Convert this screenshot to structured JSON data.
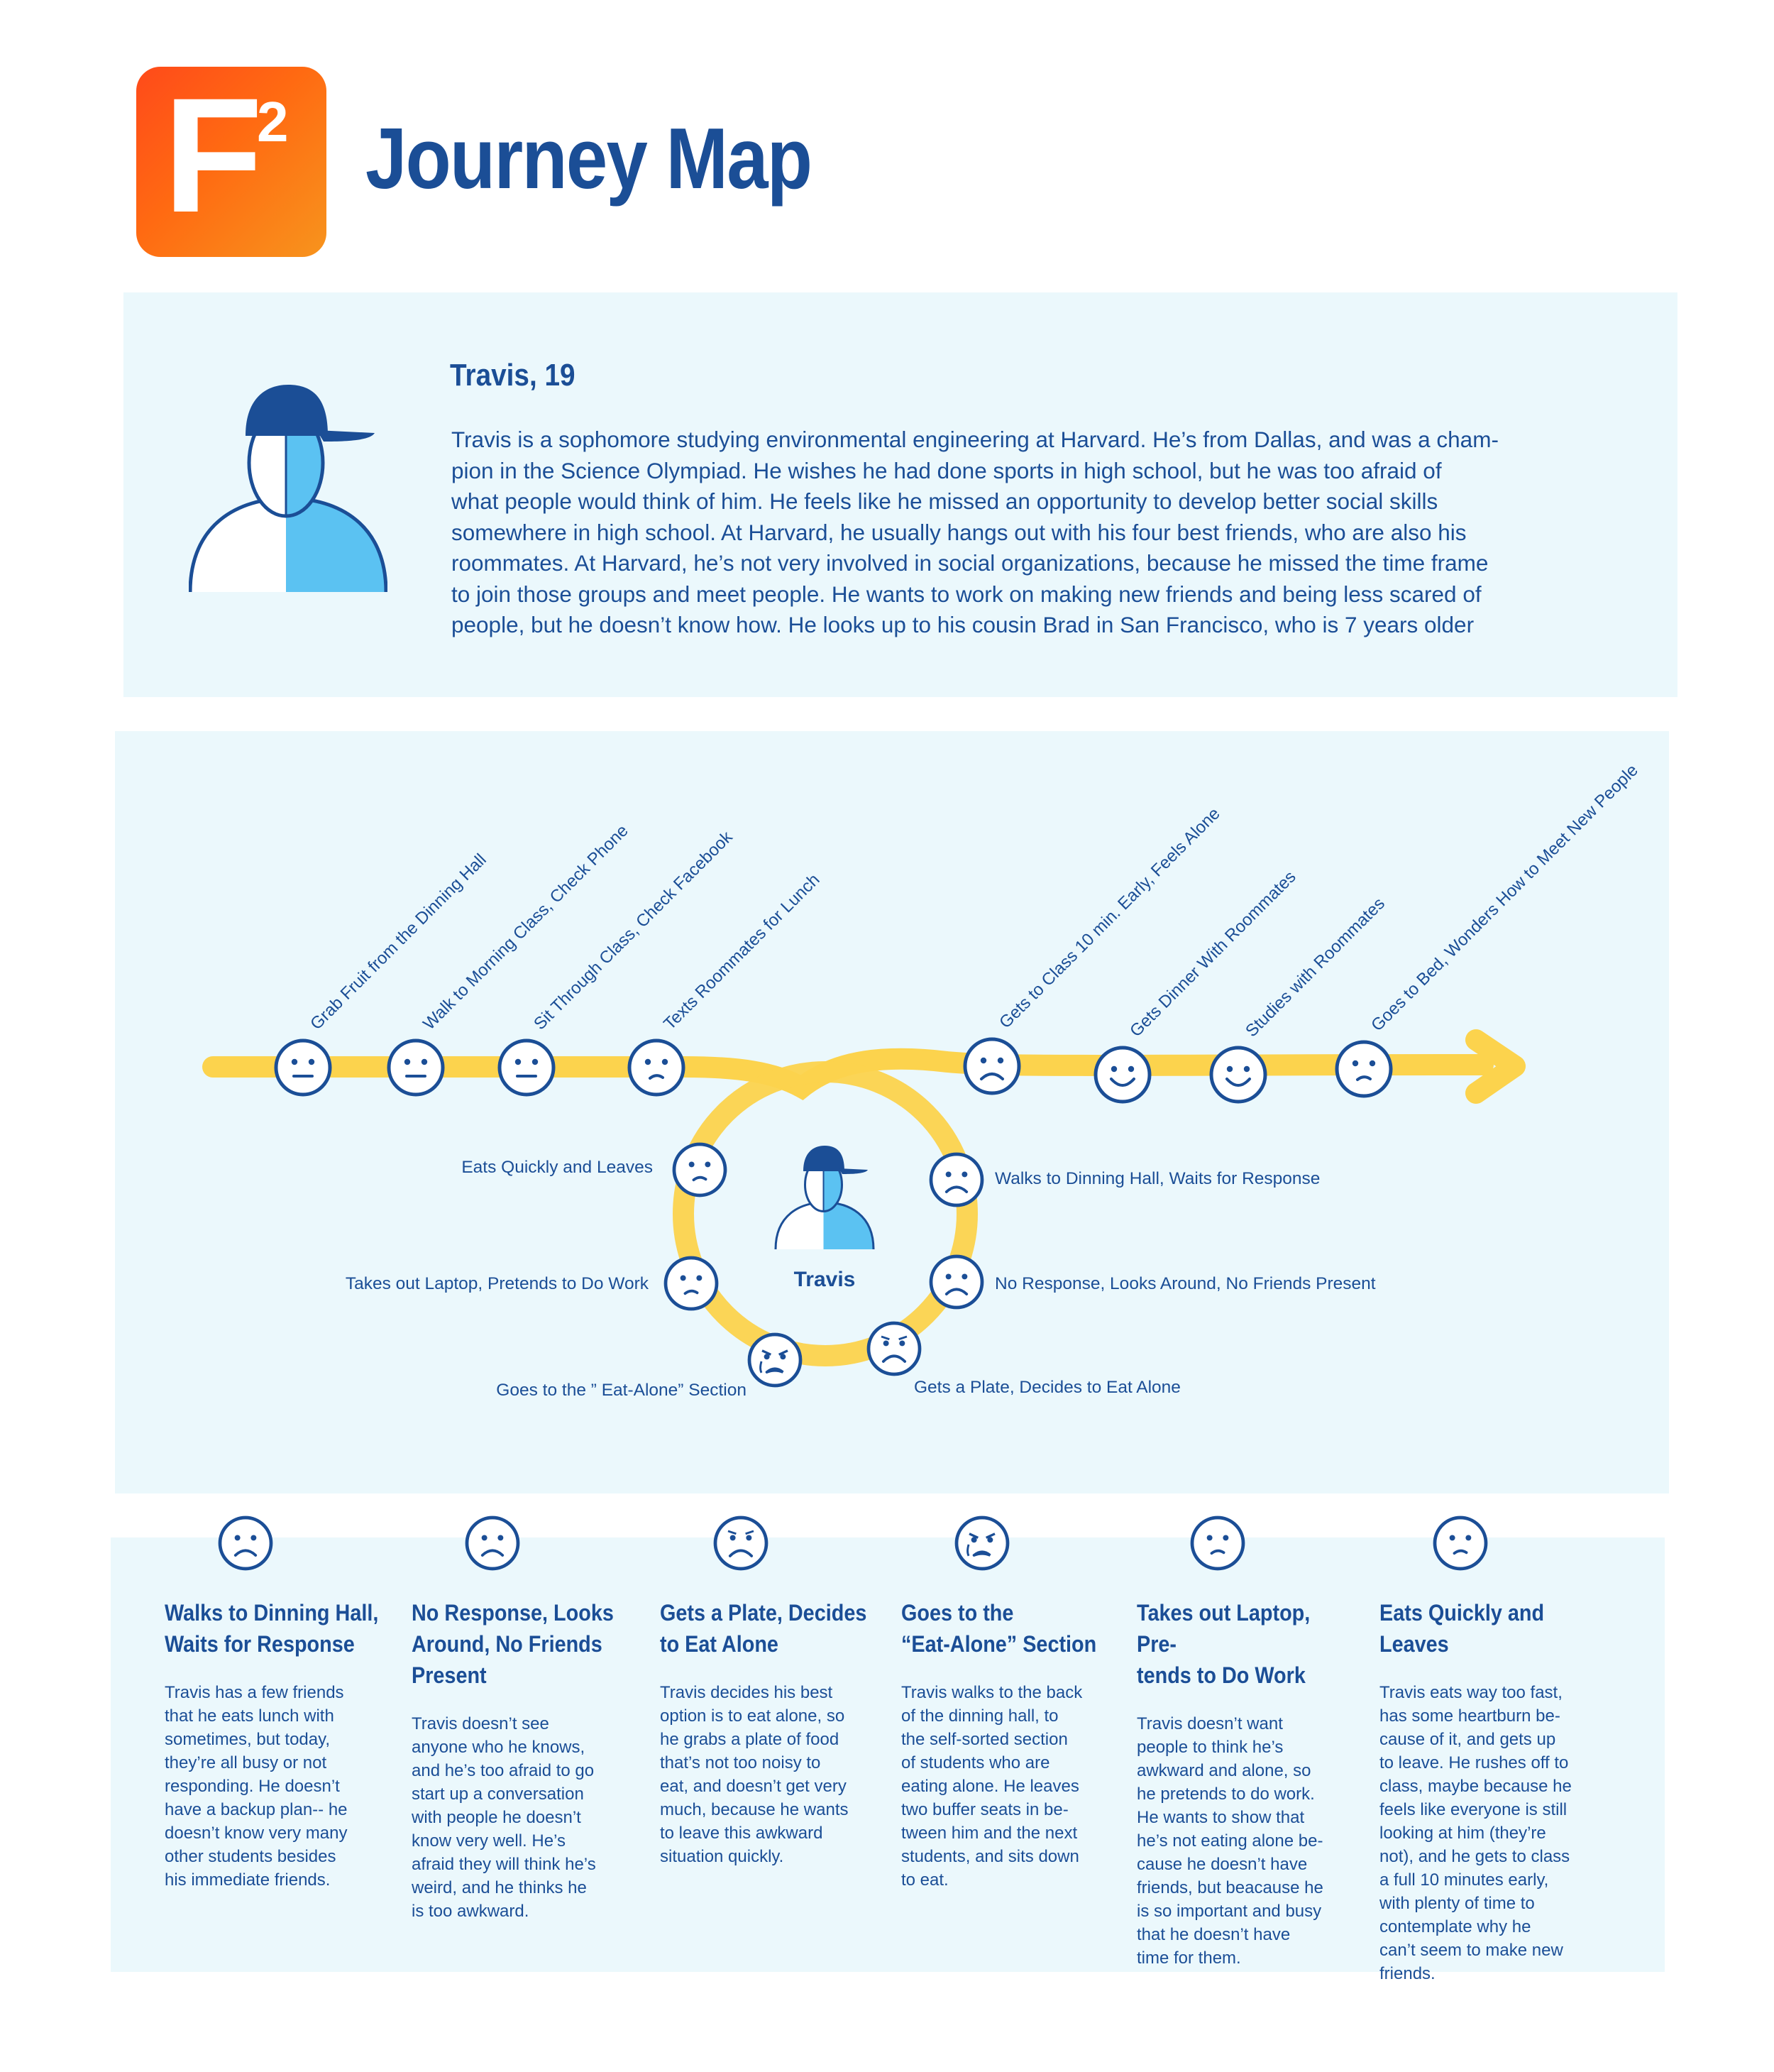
{
  "header": {
    "logo_letter": "F",
    "logo_superscript": "2",
    "title": "Journey Map"
  },
  "persona": {
    "name": "Travis, 19",
    "bio": "Travis is a sophomore studying environmental engineering at Harvard. He’s from Dallas, and was a champion in the Science Olympiad. He wishes he had done sports in high school, but he was too afraid of what people would think of him. He feels like he missed an opportunity to develop better social skills somewhere in high school. At Harvard, he usually hangs out with his four best friends, who are also his roommates. At Harvard, he’s not very involved in social organizations, because he missed the time frame to join those groups and meet people. He wants to work on making new friends and being less scared of people, but he doesn’t know how. He looks up to his cousin Brad in San Francisco, who is 7 years older",
    "bio_lines": [
      "Travis is a sophomore studying environmental engineering at Harvard. He’s from Dallas, and was a cham-",
      "pion in the Science Olympiad. He wishes he had done sports in high school, but he was too afraid of",
      "what people would think of him. He feels like he missed an opportunity to develop better social skills",
      "somewhere in high school. At Harvard, he usually hangs out with his four best friends, who are also his",
      "roommates. At Harvard, he’s not very involved in social organizations, because he missed the time frame",
      "to join those groups and meet people. He wants to work on making new friends and being less scared of",
      "people, but he doesn’t know how. He looks up to his cousin Brad in San Francisco, who is 7 years older"
    ]
  },
  "journey": {
    "center_label": "Travis",
    "main_steps": [
      {
        "label": "Grab Fruit from the Dinning Hall",
        "mood": "neutral"
      },
      {
        "label": "Walk to Morning Class, Check Phone",
        "mood": "neutral"
      },
      {
        "label": "Sit Through Class, Check Facebook",
        "mood": "neutral"
      },
      {
        "label": "Texts Roommates for Lunch",
        "mood": "slight-frown"
      },
      {
        "label": "Gets to Class 10 min. Early, Feels Alone",
        "mood": "sad"
      },
      {
        "label": "Gets Dinner With Roommates",
        "mood": "happy"
      },
      {
        "label": "Studies with Roommates",
        "mood": "happy"
      },
      {
        "label": "Goes to Bed, Wonders How to Meet New People",
        "mood": "slight-frown"
      }
    ],
    "loop_steps": [
      {
        "label": "Walks to Dinning Hall, Waits for Response",
        "mood": "sad"
      },
      {
        "label": "No Response, Looks Around, No Friends Present",
        "mood": "sad"
      },
      {
        "label": "Gets a Plate, Decides to Eat Alone",
        "mood": "very-sad"
      },
      {
        "label": "Goes to the ” Eat-Alone” Section",
        "mood": "crying"
      },
      {
        "label": "Takes out Laptop, Pretends to Do Work",
        "mood": "slight-frown"
      },
      {
        "label": "Eats Quickly and Leaves",
        "mood": "slight-frown"
      }
    ]
  },
  "details": [
    {
      "title_lines": [
        "Walks to Dinning Hall,",
        "Waits for Response"
      ],
      "body_lines": [
        "Travis has a few friends",
        "that he eats lunch with",
        "sometimes, but today,",
        "they’re all busy or not",
        "responding. He doesn’t",
        "have a backup plan-- he",
        "doesn’t know very many",
        "other students besides",
        "his immediate friends."
      ],
      "mood": "sad"
    },
    {
      "title_lines": [
        "No Response, Looks",
        "Around, No Friends",
        "Present"
      ],
      "body_lines": [
        "Travis doesn’t see",
        "anyone who he knows,",
        "and he’s too afraid to go",
        "start up a conversation",
        "with people he doesn’t",
        "know very well.  He’s",
        "afraid they will think he’s",
        "weird, and he thinks he",
        "is too awkward."
      ],
      "mood": "sad"
    },
    {
      "title_lines": [
        "Gets a Plate, Decides",
        "to Eat Alone"
      ],
      "body_lines": [
        "Travis decides his best",
        "option is to eat alone, so",
        "he grabs a plate of food",
        "that’s not too noisy to",
        "eat, and doesn’t get very",
        "much, because he wants",
        "to leave this awkward",
        "situation quickly."
      ],
      "mood": "very-sad"
    },
    {
      "title_lines": [
        "Goes to the",
        "“Eat-Alone” Section"
      ],
      "body_lines": [
        "Travis walks to the back",
        "of the dinning hall, to",
        "the self-sorted section",
        "of students who are",
        "eating alone. He leaves",
        "two buffer seats in be-",
        "tween him and the next",
        "students, and sits down",
        "to eat."
      ],
      "mood": "crying"
    },
    {
      "title_lines": [
        "Takes out Laptop, Pre-",
        "tends to Do Work"
      ],
      "body_lines": [
        "Travis doesn’t want",
        "people to think he’s",
        "awkward and alone, so",
        "he pretends to do work.",
        "He wants to show that",
        "he’s not eating alone be-",
        "cause he doesn’t have",
        "friends, but beacause he",
        "is so important and busy",
        "that he doesn’t have",
        "time for them."
      ],
      "mood": "slight-frown"
    },
    {
      "title_lines": [
        "Eats Quickly and",
        "Leaves"
      ],
      "body_lines": [
        "Travis eats way too fast,",
        "has some heartburn be-",
        "cause of it, and gets up",
        "to leave. He rushes off to",
        "class, maybe because he",
        "feels like everyone is still",
        "looking at him (they’re",
        "not), and he gets to class",
        "a full 10 minutes early,",
        "with plenty of time to",
        "contemplate why he",
        "can’t seem to make new",
        "friends."
      ],
      "mood": "slight-frown"
    }
  ],
  "colors": {
    "brand_blue": "#1b4e96",
    "light_blue": "#5bc2f2",
    "panel_bg": "#ebf8fc",
    "path_yellow": "#fcd34d",
    "logo_orange": "#ff5a14"
  }
}
